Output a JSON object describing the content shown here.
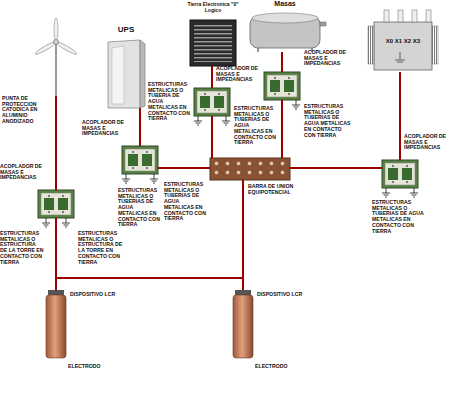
{
  "diagram": {
    "nodes": [
      {
        "text": [
          "PUNTA DE PROTECCION CATODICA EN ALUMINIO ANODIZADO"
        ]
      },
      {
        "text": [
          "UPS"
        ]
      },
      {
        "text": [
          "Tierra Electronica \"0\" Logico"
        ]
      },
      {
        "text": [
          "Masas"
        ]
      },
      {
        "text": [
          "X0 X1 X2 X3"
        ]
      },
      {
        "text": [
          "ACOPLADOR DE MASAS E IMPEDANCIAS"
        ]
      },
      {
        "text": [
          "ACOPLADOR DE MASAS E IMPEDANCIAS"
        ]
      },
      {
        "text": [
          "ACOPLADOR DE MASAS E IMPEDANCIAS"
        ]
      },
      {
        "text": [
          "ACOPLADOR DE MASAS E IMPEDANCIAS"
        ]
      },
      {
        "text": [
          "ACOPLADOR DE MASAS E IMPEDANCIAS"
        ]
      },
      {
        "text": [
          "BARRA DE UNION EQUIPOTENCIAL"
        ]
      },
      {
        "text": [
          "ELECTRODO"
        ]
      },
      {
        "text": [
          "ELECTRODO"
        ]
      }
    ],
    "edges": [
      {
        "from": 0,
        "to": 5,
        "arrow": "none"
      },
      {
        "from": 1,
        "to": 6,
        "arrow": "none"
      },
      {
        "from": 2,
        "to": 7,
        "arrow": "none"
      },
      {
        "from": 3,
        "to": 8,
        "arrow": "none"
      },
      {
        "from": 4,
        "to": 9,
        "arrow": "none"
      },
      {
        "from": 6,
        "to": 10,
        "arrow": "none"
      },
      {
        "from": 7,
        "to": 10,
        "arrow": "none"
      },
      {
        "from": 8,
        "to": 10,
        "arrow": "none"
      },
      {
        "from": 9,
        "to": 10,
        "arrow": "none"
      },
      {
        "from": 5,
        "to": 11,
        "arrow": "none"
      },
      {
        "from": 10,
        "to": 12,
        "arrow": "none"
      },
      {
        "from": 5,
        "to": 10,
        "arrow": "none"
      }
    ],
    "labels": [
      "ESTRUCTURAS METALICAS O ESTRUCTURA DE LA TORRE EN CONTACTO CON TIERRA",
      "ESTRUCTURAS METALICAS O ESTRUCTURA DE LA TORRE EN CONTACTO CON TIERRA",
      "ESTRUCTURAS METALICAS O TUBERIAS DE AGUA METALICAS EN CONTACTO CON TIERRA",
      "ESTRUCTURAS METALICAS O TUBERIAS DE AGUA METALICAS EN CONTACTO CON TIERRA",
      "ESTRUCTURAS METALICAS O TUBERIA DE AGUA METALICAS EN CONTACTO CON TIERRA",
      "ESTRUCTURAS METALICAS O TUBERIAS DE AGUA METALICAS EN CONTACTO CON TIERRA",
      "ESTRUCTURAS METALICAS O TUBERIAS DE AGUA METALICAS EN CONTACTO CON TIERRA",
      "ESTRUCTURAS METALICAS O TUBERIAS DE AGUA METALICAS EN CONTACTO CON TIERRA",
      "DISPOSITIVO LCR",
      "DISPOSITIVO LCR"
    ]
  }
}
